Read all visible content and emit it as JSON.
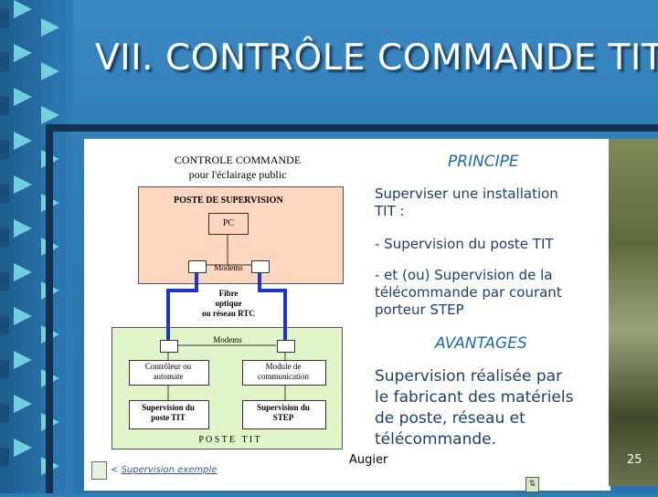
{
  "slide": {
    "title": "VII. CONTRÔLE COMMANDE TIT",
    "page_number": "25",
    "author": "Augier"
  },
  "diagram": {
    "title_line1": "CONTROLE COMMANDE",
    "title_line2": "pour l'éclairage public",
    "supervision_label": "POSTE DE SUPERVISION",
    "pc_label": "PC",
    "modems_top": "Modems",
    "link_line1": "Fibre",
    "link_line2": "optique",
    "link_line3": "ou réseau RTC",
    "modems_bottom": "Modems",
    "controller_line1": "Contrôleur ou",
    "controller_line2": "automate",
    "comm_line1": "Module de",
    "comm_line2": "communication",
    "sup_tit_line1": "Supervision du",
    "sup_tit_line2": "poste TIT",
    "sup_step_line1": "Supervision du",
    "sup_step_line2": "STEP",
    "poste_tit": "P O S T E   T I T"
  },
  "principe": {
    "heading": "PRINCIPE",
    "line1": "Superviser une installation",
    "line2": "TIT :",
    "item1": "- Supervision du poste TIT",
    "item2_line1": "- et (ou) Supervision de la",
    "item2_line2": "télécommande par courant",
    "item2_line3": "porteur STEP"
  },
  "avantages": {
    "heading": "AVANTAGES",
    "line1": "Supervision réalisée par",
    "line2": "le fabricant des matériels",
    "line3": "de poste, réseau et",
    "line4": "télécommande."
  },
  "footer": {
    "link_prefix": "<",
    "link_text": "Supervision exemple"
  },
  "colors": {
    "background": "#2f7bb4",
    "accent_text": "#1a3f77",
    "heading_text": "#1d69b8",
    "wire": "#2233cc"
  }
}
